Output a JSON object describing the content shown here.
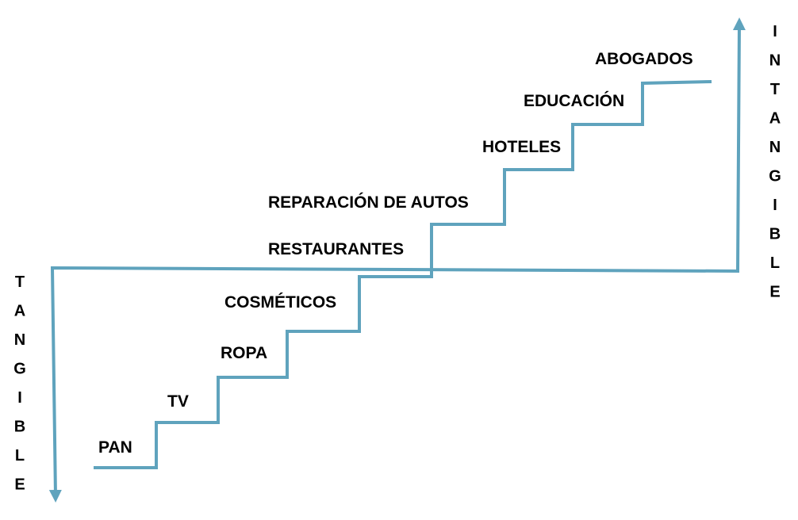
{
  "colors": {
    "line": "#5fa3bd",
    "text": "#000000"
  },
  "axis_left": {
    "label": "TANGIBLE",
    "letters": [
      "T",
      "A",
      "N",
      "G",
      "I",
      "B",
      "L",
      "E"
    ]
  },
  "axis_right": {
    "label": "INTANGIBLE",
    "letters": [
      "I",
      "N",
      "T",
      "A",
      "N",
      "G",
      "I",
      "B",
      "L",
      "E"
    ]
  },
  "steps": [
    {
      "label": "PAN"
    },
    {
      "label": "TV"
    },
    {
      "label": "ROPA"
    },
    {
      "label": "COSMÉTICOS"
    },
    {
      "label": "RESTAURANTES"
    },
    {
      "label": "REPARACIÓN DE AUTOS"
    },
    {
      "label": "HOTELES"
    },
    {
      "label": "EDUCACIÓN"
    },
    {
      "label": "ABOGADOS"
    }
  ]
}
